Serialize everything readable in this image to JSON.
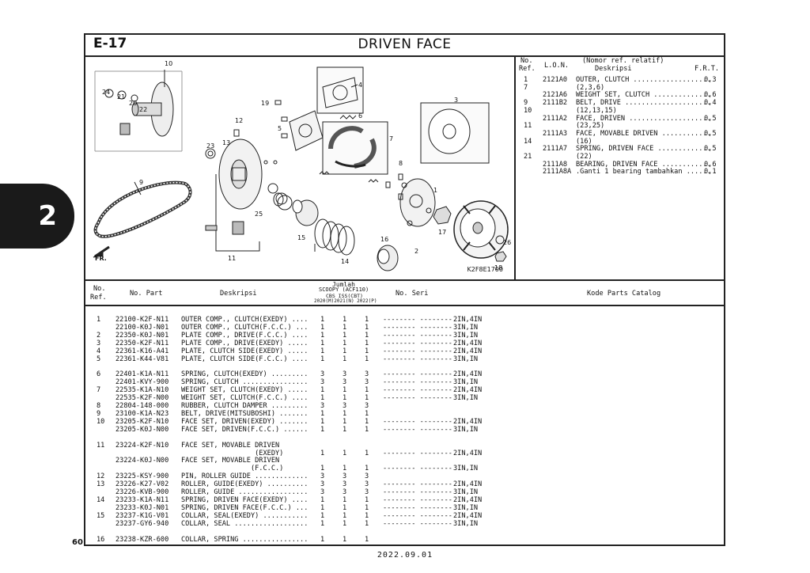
{
  "chapter_tab": "2",
  "section": "E-17",
  "title": "DRIVEN FACE",
  "page_number": "60",
  "date": "2022.09.01",
  "diagram": {
    "code": "K2F8E1700",
    "arrow_label": "FR.",
    "callouts": [
      "1",
      "2",
      "3",
      "4",
      "5",
      "6",
      "7",
      "8",
      "9",
      "10",
      "11",
      "12",
      "13",
      "14",
      "15",
      "16",
      "17",
      "18",
      "19",
      "20",
      "21",
      "22",
      "23",
      "24",
      "25",
      "26"
    ]
  },
  "lon_table": {
    "headers": {
      "no_ref_1": "No.",
      "no_ref_2": "Ref.",
      "lon": "L.O.N.",
      "desc_1": "(Nomor ref. relatif)",
      "desc_2": "Deskripsi",
      "frt": "F.R.T."
    },
    "rows": [
      {
        "ref": "1",
        "lon": "2121A0",
        "desc": "OUTER, CLUTCH ...................",
        "frt": "0,3"
      },
      {
        "ref": "7",
        "lon": "",
        "desc": "(2,3,6)",
        "frt": ""
      },
      {
        "ref": "",
        "lon": "2121A6",
        "desc": "WEIGHT SET, CLUTCH ..............",
        "frt": "0,6"
      },
      {
        "ref": "9",
        "lon": "2111B2",
        "desc": "BELT, DRIVE .....................",
        "frt": "0,4"
      },
      {
        "ref": "10",
        "lon": "",
        "desc": "(12,13,15)",
        "frt": ""
      },
      {
        "ref": "",
        "lon": "2111A2",
        "desc": "FACE, DRIVEN ....................",
        "frt": "0,5"
      },
      {
        "ref": "11",
        "lon": "",
        "desc": "(23,25)",
        "frt": ""
      },
      {
        "ref": "",
        "lon": "2111A3",
        "desc": "FACE, MOVABLE DRIVEN ............",
        "frt": "0,5"
      },
      {
        "ref": "14",
        "lon": "",
        "desc": "(16)",
        "frt": ""
      },
      {
        "ref": "",
        "lon": "2111A7",
        "desc": "SPRING, DRIVEN FACE .............",
        "frt": "0,5"
      },
      {
        "ref": "21",
        "lon": "",
        "desc": "(22)",
        "frt": ""
      },
      {
        "ref": "",
        "lon": "2111A8",
        "desc": "BEARING, DRIVEN FACE ............",
        "frt": "0,6"
      },
      {
        "ref": "",
        "lon": "2111A8A",
        "desc": ".Ganti 1 bearing tambahkan ......",
        "frt": "0,1"
      }
    ]
  },
  "parts_table": {
    "headers": {
      "no_ref_1": "No.",
      "no_ref_2": "Ref.",
      "no_part": "No. Part",
      "deskripsi": "Deskripsi",
      "jumlah": "Jumlah",
      "model": "SCOOPY (ACF110)",
      "variants": "CBS ISS(CBT)",
      "years": "2020(M)2021(N) 2022(P)",
      "no_seri": "No. Seri",
      "kode": "Kode Parts Catalog"
    },
    "rows": [
      {
        "ref": "1",
        "part": "22100-K2F-N11",
        "desc": "OUTER COMP., CLUTCH(EXEDY) ....",
        "q": [
          "1",
          "1",
          "1"
        ],
        "seri": "-------- --------",
        "kode": "2IN,4IN"
      },
      {
        "ref": "",
        "part": "22100-K0J-N01",
        "desc": "OUTER COMP., CLUTCH(F.C.C.) ...",
        "q": [
          "1",
          "1",
          "1"
        ],
        "seri": "-------- --------",
        "kode": "3IN,IN"
      },
      {
        "ref": "2",
        "part": "22350-K0J-N01",
        "desc": "PLATE COMP., DRIVE(F.C.C.) ....",
        "q": [
          "1",
          "1",
          "1"
        ],
        "seri": "-------- --------",
        "kode": "3IN,IN"
      },
      {
        "ref": "3",
        "part": "22350-K2F-N11",
        "desc": "PLATE COMP., DRIVE(EXEDY) .....",
        "q": [
          "1",
          "1",
          "1"
        ],
        "seri": "-------- --------",
        "kode": "2IN,4IN"
      },
      {
        "ref": "4",
        "part": "22361-K16-A41",
        "desc": "PLATE, CLUTCH SIDE(EXEDY) .....",
        "q": [
          "1",
          "1",
          "1"
        ],
        "seri": "-------- --------",
        "kode": "2IN,4IN"
      },
      {
        "ref": "5",
        "part": "22361-K44-V81",
        "desc": "PLATE, CLUTCH SIDE(F.C.C.) ....",
        "q": [
          "1",
          "1",
          "1"
        ],
        "seri": "-------- --------",
        "kode": "3IN,IN"
      },
      {
        "ref": "6",
        "part": "22401-K1A-N11",
        "desc": "SPRING, CLUTCH(EXEDY) .........",
        "q": [
          "3",
          "3",
          "3"
        ],
        "seri": "-------- --------",
        "kode": "2IN,4IN"
      },
      {
        "ref": "",
        "part": "22401-KVY-900",
        "desc": "SPRING, CLUTCH ................",
        "q": [
          "3",
          "3",
          "3"
        ],
        "seri": "-------- --------",
        "kode": "3IN,IN"
      },
      {
        "ref": "7",
        "part": "22535-K1A-N10",
        "desc": "WEIGHT SET, CLUTCH(EXEDY) .....",
        "q": [
          "1",
          "1",
          "1"
        ],
        "seri": "-------- --------",
        "kode": "2IN,4IN"
      },
      {
        "ref": "",
        "part": "22535-K2F-N00",
        "desc": "WEIGHT SET, CLUTCH(F.C.C.) ....",
        "q": [
          "1",
          "1",
          "1"
        ],
        "seri": "-------- --------",
        "kode": "3IN,IN"
      },
      {
        "ref": "8",
        "part": "22804-148-000",
        "desc": "RUBBER, CLUTCH DAMPER .........",
        "q": [
          "3",
          "3",
          "3"
        ],
        "seri": "",
        "kode": ""
      },
      {
        "ref": "9",
        "part": "23100-K1A-N23",
        "desc": "BELT, DRIVE(MITSUBOSHI) .......",
        "q": [
          "1",
          "1",
          "1"
        ],
        "seri": "",
        "kode": ""
      },
      {
        "ref": "10",
        "part": "23205-K2F-N10",
        "desc": "FACE SET, DRIVEN(EXEDY) .......",
        "q": [
          "1",
          "1",
          "1"
        ],
        "seri": "-------- --------",
        "kode": "2IN,4IN"
      },
      {
        "ref": "",
        "part": "23205-K0J-N00",
        "desc": "FACE SET, DRIVEN(F.C.C.) ......",
        "q": [
          "1",
          "1",
          "1"
        ],
        "seri": "-------- --------",
        "kode": "3IN,IN"
      },
      {
        "ref": "11",
        "part": "23224-K2F-N10",
        "desc": "FACE SET, MOVABLE DRIVEN",
        "q": [
          "",
          "",
          ""
        ],
        "seri": "",
        "kode": ""
      },
      {
        "ref": "",
        "part": "",
        "desc": "                  (EXEDY)",
        "q": [
          "1",
          "1",
          "1"
        ],
        "seri": "-------- --------",
        "kode": "2IN,4IN"
      },
      {
        "ref": "",
        "part": "23224-K0J-N00",
        "desc": "FACE SET, MOVABLE DRIVEN",
        "q": [
          "",
          "",
          ""
        ],
        "seri": "",
        "kode": ""
      },
      {
        "ref": "",
        "part": "",
        "desc": "                 (F.C.C.)",
        "q": [
          "1",
          "1",
          "1"
        ],
        "seri": "-------- --------",
        "kode": "3IN,IN"
      },
      {
        "ref": "12",
        "part": "23225-KSY-900",
        "desc": "PIN, ROLLER GUIDE .............",
        "q": [
          "3",
          "3",
          "3"
        ],
        "seri": "",
        "kode": ""
      },
      {
        "ref": "13",
        "part": "23226-K27-V02",
        "desc": "ROLLER, GUIDE(EXEDY) ..........",
        "q": [
          "3",
          "3",
          "3"
        ],
        "seri": "-------- --------",
        "kode": "2IN,4IN"
      },
      {
        "ref": "",
        "part": "23226-KVB-900",
        "desc": "ROLLER, GUIDE .................",
        "q": [
          "3",
          "3",
          "3"
        ],
        "seri": "-------- --------",
        "kode": "3IN,IN"
      },
      {
        "ref": "14",
        "part": "23233-K1A-N11",
        "desc": "SPRING, DRIVEN FACE(EXEDY) ....",
        "q": [
          "1",
          "1",
          "1"
        ],
        "seri": "-------- --------",
        "kode": "2IN,4IN"
      },
      {
        "ref": "",
        "part": "23233-K0J-N01",
        "desc": "SPRING, DRIVEN FACE(F.C.C.) ...",
        "q": [
          "1",
          "1",
          "1"
        ],
        "seri": "-------- --------",
        "kode": "3IN,IN"
      },
      {
        "ref": "15",
        "part": "23237-K1G-V01",
        "desc": "COLLAR, SEAL(EXEDY) ...........",
        "q": [
          "1",
          "1",
          "1"
        ],
        "seri": "-------- --------",
        "kode": "2IN,4IN"
      },
      {
        "ref": "",
        "part": "23237-GY6-940",
        "desc": "COLLAR, SEAL ..................",
        "q": [
          "1",
          "1",
          "1"
        ],
        "seri": "-------- --------",
        "kode": "3IN,IN"
      },
      {
        "ref": "16",
        "part": "23238-KZR-600",
        "desc": "COLLAR, SPRING ................",
        "q": [
          "1",
          "1",
          "1"
        ],
        "seri": "",
        "kode": ""
      }
    ]
  }
}
